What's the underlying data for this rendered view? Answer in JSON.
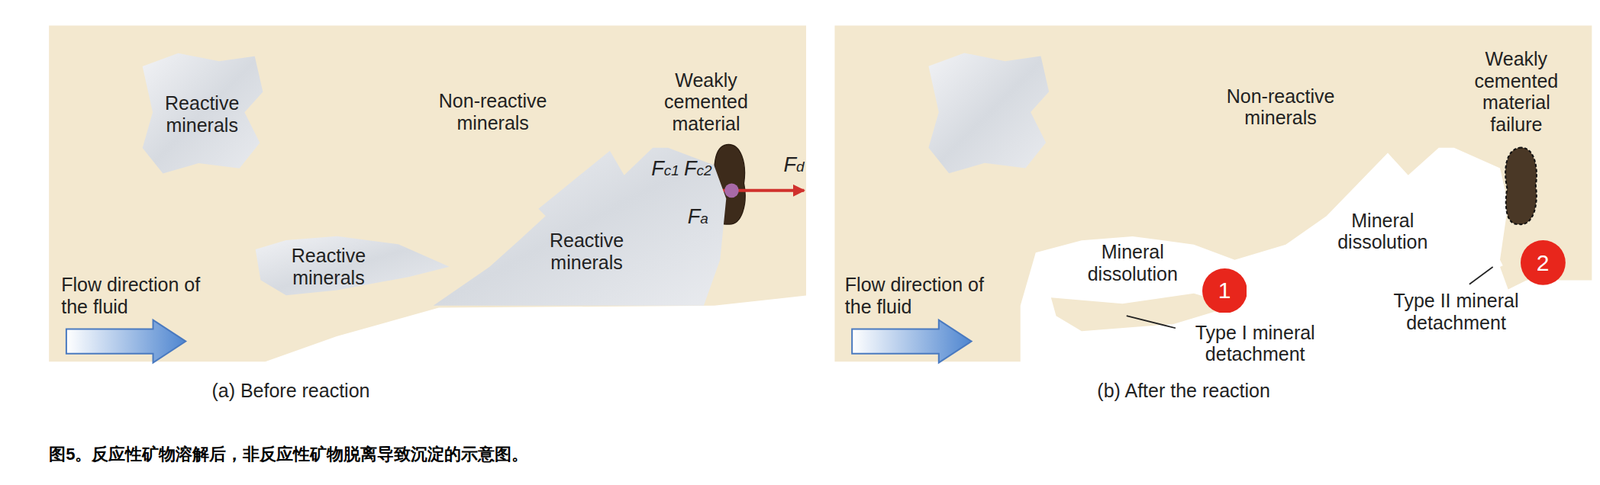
{
  "diagram": {
    "caption": "图5。反应性矿物溶解后，非反应性矿物脱离导致沉淀的示意图。",
    "nodes": [
      {
        "text": [
          "Reactive minerals"
        ]
      },
      {
        "text": [
          "Reactive minerals"
        ]
      },
      {
        "text": [
          "Reactive minerals"
        ]
      },
      {
        "text": [
          "1"
        ]
      },
      {
        "text": [
          "2"
        ]
      }
    ],
    "labels": [
      "Non-reactive minerals",
      "Weakly cemented material",
      "Fc1",
      "Fc2",
      "Fa",
      "Fd",
      "Flow direction of the fluid",
      "(a) Before reaction",
      "Non-reactive minerals",
      "Weakly cemented material failure",
      "Mineral dissolution",
      "Mineral dissolution",
      "Type I mineral detachment",
      "Type II mineral detachment",
      "Flow direction of the fluid",
      "(b) After the reaction"
    ]
  }
}
